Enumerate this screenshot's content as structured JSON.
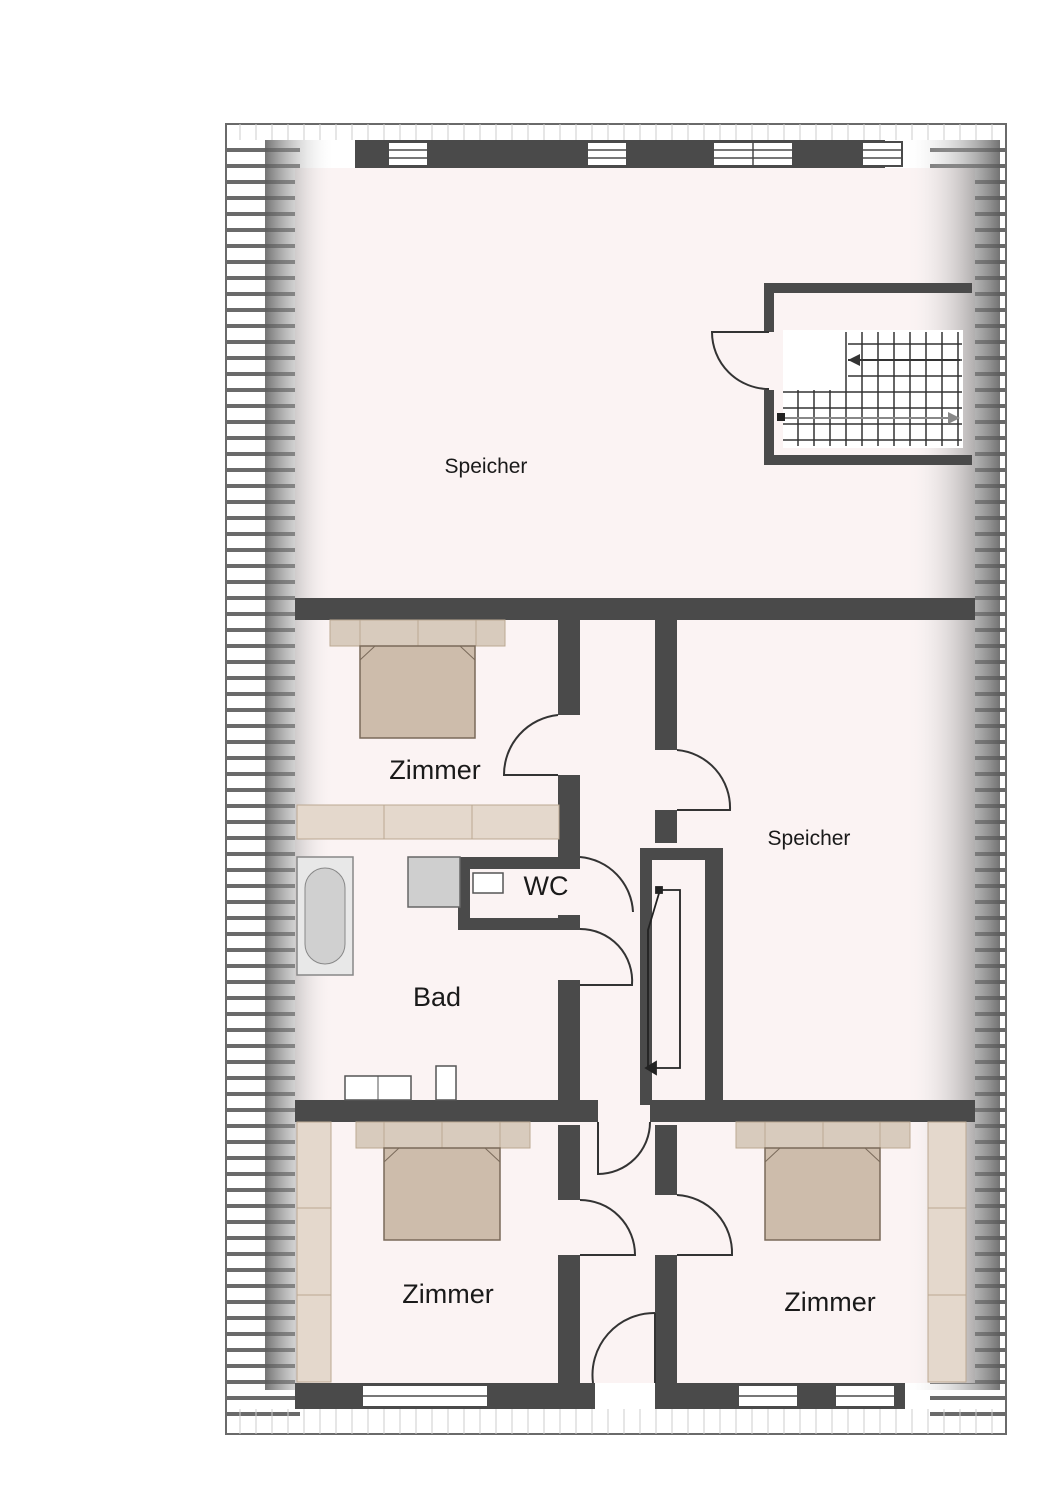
{
  "floorplan": {
    "rooms": [
      {
        "id": "speicher-top",
        "label": "Speicher"
      },
      {
        "id": "zimmer-upper-left",
        "label": "Zimmer"
      },
      {
        "id": "speicher-right",
        "label": "Speicher"
      },
      {
        "id": "wc",
        "label": "WC"
      },
      {
        "id": "bad",
        "label": "Bad"
      },
      {
        "id": "zimmer-lower-left",
        "label": "Zimmer"
      },
      {
        "id": "zimmer-lower-right",
        "label": "Zimmer"
      }
    ],
    "colors": {
      "wall": "#4a4a4a",
      "floor": "#fbf3f3",
      "furniture": "#d8cbbd",
      "furniture_dark": "#cdbcab",
      "roof_lines": "#6a6a6a"
    }
  }
}
